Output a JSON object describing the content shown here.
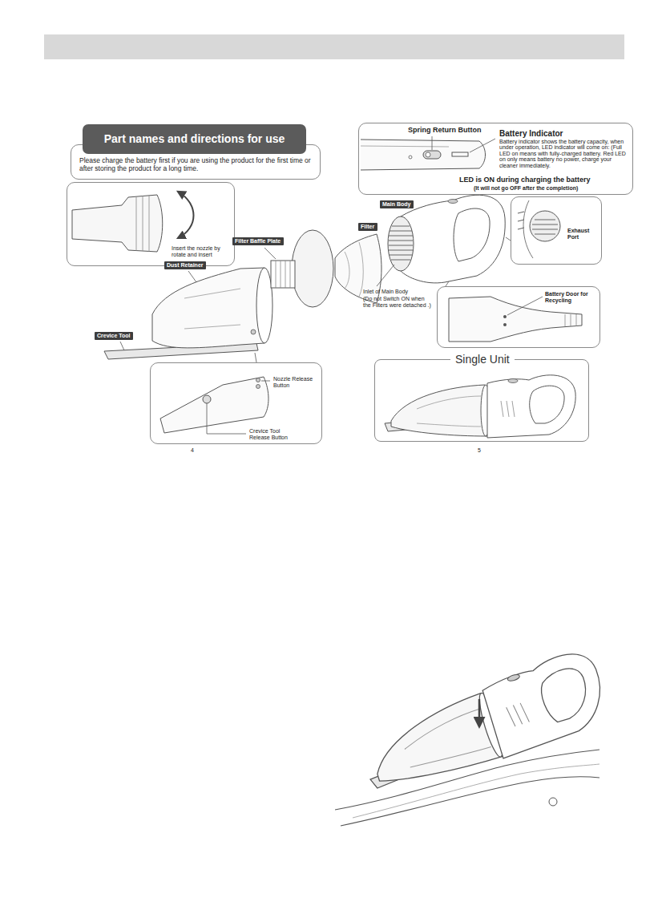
{
  "diagram": {
    "nodes": [
      {
        "text": [
          "Part names and directions for use"
        ]
      },
      {
        "text": [
          "Please charge the battery first if you are using the product for the first time or after storing the product for a long time."
        ]
      },
      {
        "text": [
          "Insert the nozzle by rotate and insert"
        ]
      },
      {
        "text": [
          "Filter Baffle Plate"
        ]
      },
      {
        "text": [
          "Dust Retainer"
        ]
      },
      {
        "text": [
          "Crevice Tool"
        ]
      },
      {
        "text": [
          "Nozzle Release Button",
          "Crevice Tool Release Button"
        ]
      },
      {
        "text": [
          "Spring Return Button",
          "Battery Indicator",
          "Battery indicator shows the battery capacity, when under operation, LED indicator will come on: (Full LED on means with fully-charged battery. Red LED on only means battery no power, charge your cleaner immediately.",
          "LED is ON during charging the battery",
          "(It will not go OFF after the completion)"
        ]
      },
      {
        "text": [
          "Filter"
        ]
      },
      {
        "text": [
          "Main Body"
        ]
      },
      {
        "text": [
          "Exhaust Port"
        ]
      },
      {
        "text": [
          "Battery Door for Recycling"
        ]
      },
      {
        "text": [
          "Single Unit"
        ]
      }
    ],
    "labels": [
      "Inlet of Main Body",
      "(Do not Switch ON when the Filters were detached .)",
      "4",
      "5"
    ]
  }
}
